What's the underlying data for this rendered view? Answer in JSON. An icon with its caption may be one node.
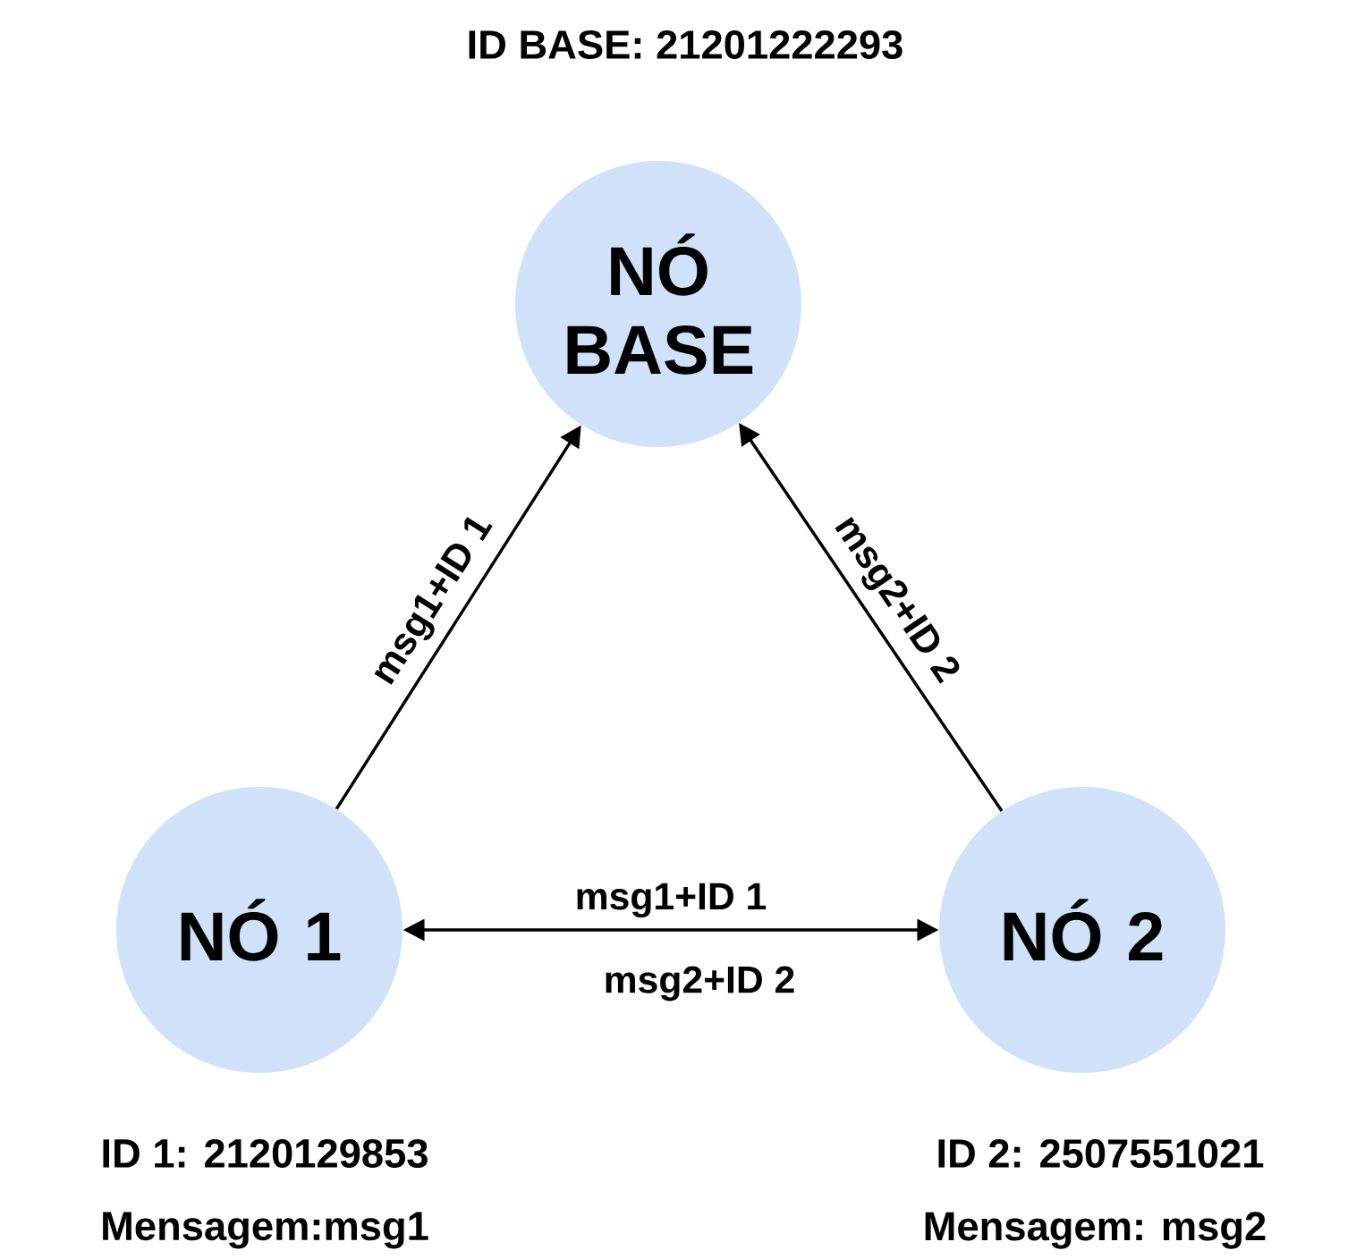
{
  "diagram": {
    "nodes": [
      {
        "text": [
          "NÓ BASE"
        ],
        "beside": [
          "ID BASE: 21201222293"
        ]
      },
      {
        "text": [
          "NÓ 1"
        ],
        "beside": [
          "ID 1: 2120129853",
          "Mensagem:msg1"
        ]
      },
      {
        "text": [
          "NÓ 2"
        ],
        "beside": [
          "ID 2: 2507551021",
          "Mensagem: msg2"
        ]
      }
    ],
    "edges": [
      {
        "from": 1,
        "to": 0,
        "arrow": "to",
        "label": "msg1+ID 1"
      },
      {
        "from": 2,
        "to": 0,
        "arrow": "to",
        "label": "msg2+ID 2"
      },
      {
        "from": 1,
        "to": 2,
        "arrow": "both",
        "label": "msg1+ID 1"
      }
    ],
    "labels": [
      "msg2+ID 2"
    ]
  }
}
